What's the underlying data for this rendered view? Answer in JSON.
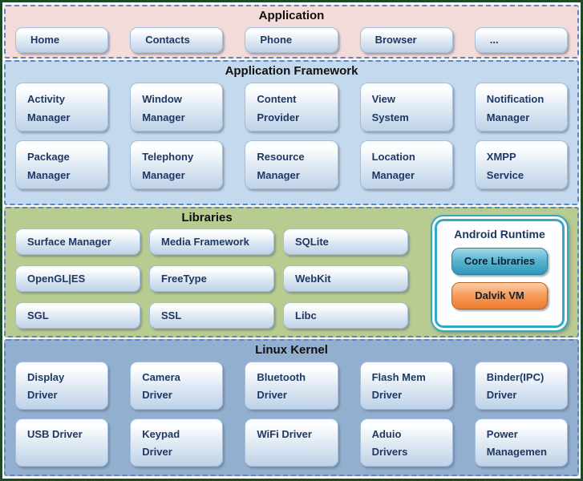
{
  "layers": {
    "application": {
      "title": "Application",
      "items": [
        "Home",
        "Contacts",
        "Phone",
        "Browser",
        "..."
      ]
    },
    "framework": {
      "title": "Application Framework",
      "items": [
        "Activity\nManager",
        "Window\nManager",
        "Content\nProvider",
        "View\nSystem",
        "Notification\nManager",
        "Package\nManager",
        "Telephony\nManager",
        "Resource\nManager",
        "Location\nManager",
        "XMPP\nService"
      ]
    },
    "libraries": {
      "title": "Libraries",
      "items": [
        "Surface Manager",
        "Media Framework",
        "SQLite",
        "OpenGL|ES",
        "FreeType",
        "WebKit",
        "SGL",
        "SSL",
        "Libc"
      ],
      "runtime": {
        "title": "Android Runtime",
        "items": [
          "Core Libraries",
          "Dalvik VM"
        ]
      }
    },
    "kernel": {
      "title": "Linux Kernel",
      "items": [
        "Display\nDriver",
        "Camera\nDriver",
        "Bluetooth\nDriver",
        "Flash Mem\nDriver",
        "Binder(IPC)\nDriver",
        "USB Driver",
        "Keypad\nDriver",
        "WiFi Driver",
        "Aduio\nDrivers",
        "Power\nManagemen"
      ]
    }
  },
  "colors": {
    "application_bg": "#f3dbd9",
    "framework_bg": "#c5d9ee",
    "libraries_bg": "#b8cb90",
    "kernel_bg": "#92afd0",
    "dashed_border": "#5b87bd",
    "outer_frame": "#1d4a26",
    "button_gradient_bottom": "#bfd2e8",
    "button_text": "#1f3864",
    "runtime_border": "#35a9c4",
    "core_libraries_button": "#2f97b8",
    "dalvik_vm_button": "#ee7c2e"
  }
}
